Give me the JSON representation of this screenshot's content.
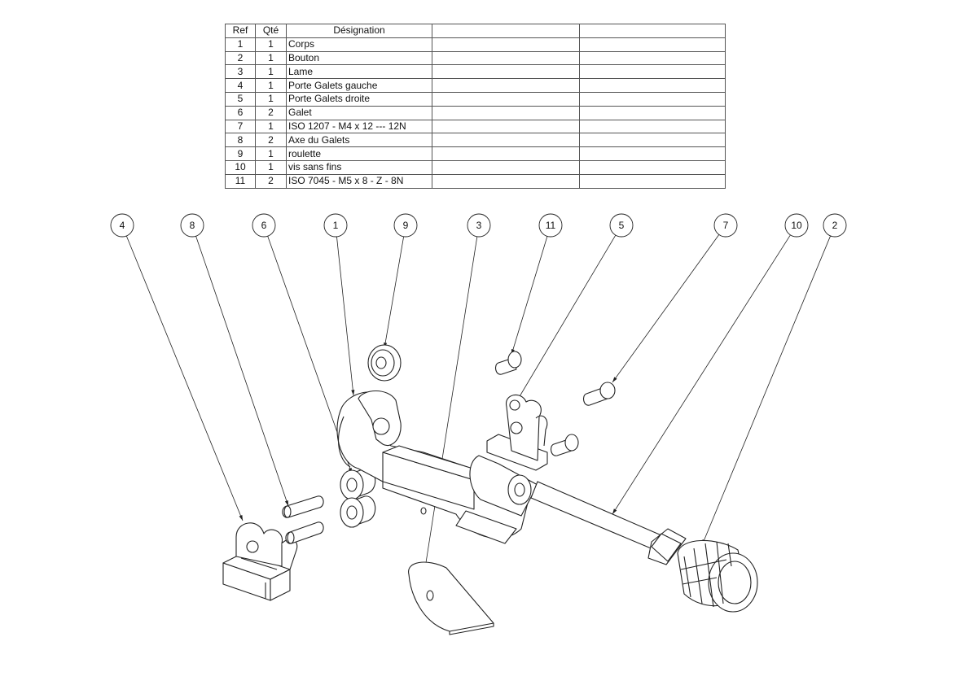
{
  "bom": {
    "headers": [
      "Ref",
      "Qté",
      "Désignation",
      "",
      ""
    ],
    "rows": [
      {
        "ref": "1",
        "qty": "1",
        "designation": "Corps"
      },
      {
        "ref": "2",
        "qty": "1",
        "designation": "Bouton"
      },
      {
        "ref": "3",
        "qty": "1",
        "designation": "Lame"
      },
      {
        "ref": "4",
        "qty": "1",
        "designation": "Porte Galets gauche"
      },
      {
        "ref": "5",
        "qty": "1",
        "designation": "Porte Galets droite"
      },
      {
        "ref": "6",
        "qty": "2",
        "designation": "Galet"
      },
      {
        "ref": "7",
        "qty": "1",
        "designation": "ISO 1207 - M4 x 12 --- 12N"
      },
      {
        "ref": "8",
        "qty": "2",
        "designation": "Axe du Galets"
      },
      {
        "ref": "9",
        "qty": "1",
        "designation": "roulette"
      },
      {
        "ref": "10",
        "qty": "1",
        "designation": "vis sans fins"
      },
      {
        "ref": "11",
        "qty": "2",
        "designation": "ISO 7045 - M5 x 8 - Z - 8N"
      }
    ]
  },
  "balloons": [
    "4",
    "8",
    "6",
    "1",
    "9",
    "3",
    "11",
    "5",
    "7",
    "10",
    "2"
  ]
}
